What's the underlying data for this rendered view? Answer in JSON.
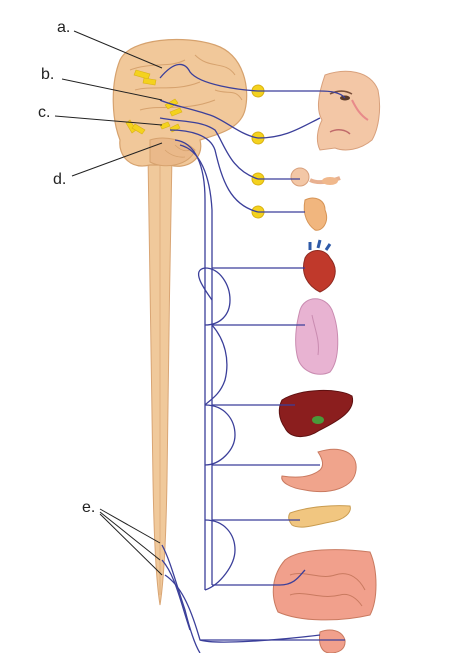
{
  "labels": {
    "a": "a.",
    "b": "b.",
    "c": "c.",
    "d": "d.",
    "e": "e."
  },
  "colors": {
    "nerve": "#3b3f9a",
    "ganglion": "#f4d21e",
    "brain": "#f1c89a",
    "spinal_cord": "#f0c99b",
    "heart": "#c0392b",
    "lung": "#e8b3d2",
    "liver": "#8b1e1e",
    "stomach": "#f0a48c",
    "pancreas": "#f1c680",
    "intestine": "#f1a08c",
    "bladder": "#f1a08c",
    "face": "#f3c7a6"
  },
  "icons": {
    "brain": "brain-illustration",
    "spinal_cord": "spinal-cord-illustration",
    "face": "head-profile-illustration",
    "eye_gland": "salivary-gland-illustration",
    "parotid": "parotid-gland-illustration",
    "heart": "heart-illustration",
    "lung": "lung-illustration",
    "liver": "liver-illustration",
    "stomach": "stomach-illustration",
    "pancreas": "pancreas-illustration",
    "intestine": "intestine-illustration",
    "bladder": "bladder-illustration"
  }
}
